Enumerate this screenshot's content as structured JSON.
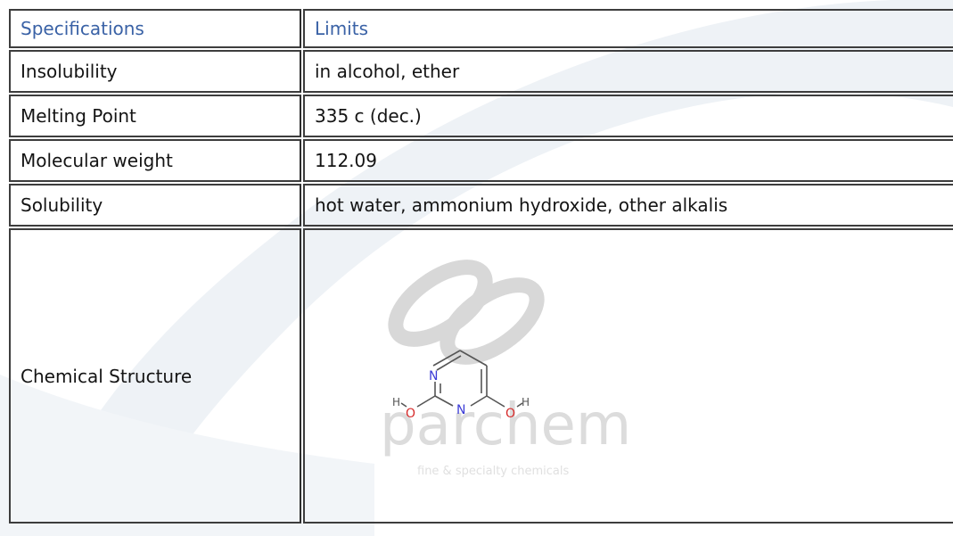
{
  "table": {
    "header": {
      "spec": "Specifications",
      "limits": "Limits"
    },
    "rows": [
      {
        "spec": "Insolubility",
        "value": "in alcohol, ether"
      },
      {
        "spec": "Melting Point",
        "value": "335 c (dec.)"
      },
      {
        "spec": "Molecular weight",
        "value": "112.09"
      },
      {
        "spec": "Solubility",
        "value": "hot water, ammonium hydroxide, other alkalis"
      }
    ],
    "structure_row": {
      "spec": "Chemical Structure"
    }
  },
  "structure": {
    "atoms": {
      "n_top": "N",
      "n_bottom": "N",
      "o_left": "O",
      "o_right": "O",
      "h_left": "H",
      "h_right": "H"
    }
  },
  "watermark": {
    "brand": "parchem",
    "tagline": "fine & specialty chemicals"
  },
  "colors": {
    "header_text": "#3a62a6",
    "border": "#3d3d3d",
    "nitrogen": "#3b3bd6",
    "oxygen": "#d62c2c",
    "watermark": "#d8d8d8"
  }
}
